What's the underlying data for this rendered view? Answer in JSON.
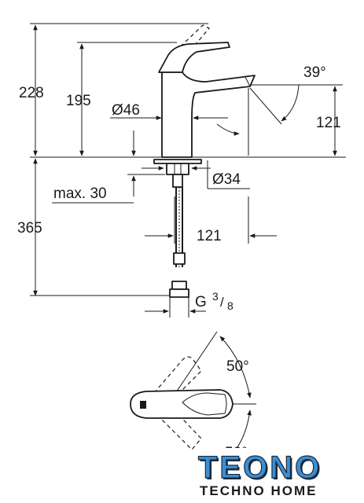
{
  "dimensions": {
    "height_total": "228",
    "height_spout": "195",
    "diameter_body": "Ø46",
    "angle_spout": "39°",
    "spout_reach_height": "121",
    "diameter_hole": "Ø34",
    "deck_thickness": "max. 30",
    "hose_length": "365",
    "spout_reach": "121",
    "connection_g": "G",
    "connection_num": "3",
    "connection_den": "8",
    "angle_swing_top": "50°",
    "angle_swing_bottom": "50°"
  },
  "logo": {
    "main": "TEONO",
    "sub": "TECHNO HOME"
  },
  "colors": {
    "line": "#1a1a1a",
    "logo_blue": "#3a8fd6",
    "logo_dark": "#1c2a3a"
  }
}
